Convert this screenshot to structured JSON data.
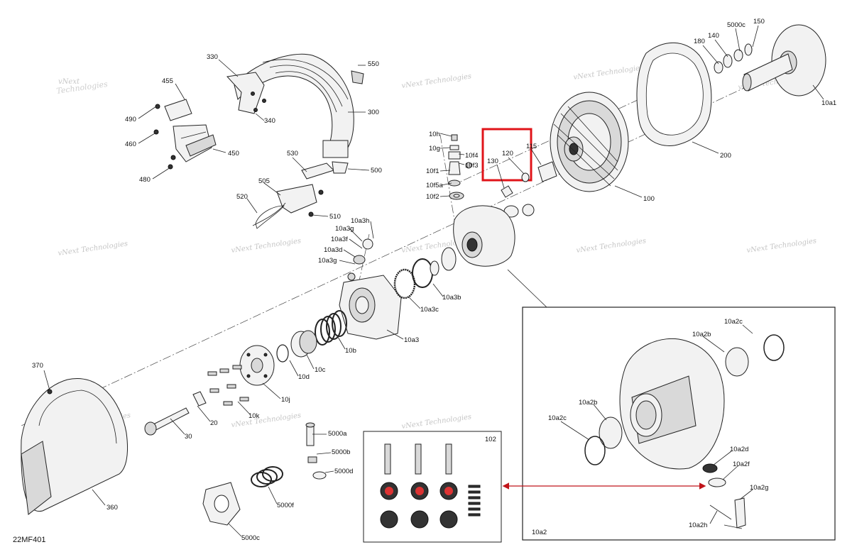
{
  "diagram_code": "22MF401",
  "watermark_line1": "vNext",
  "watermark_line2": "Technologies",
  "watermark_full": "vNext Technologies",
  "highlight_color": "#e0141a",
  "arrow_color": "#c0141a",
  "labels": {
    "l330": "330",
    "l550": "550",
    "l455": "455",
    "l300": "300",
    "l490": "490",
    "l340": "340",
    "l460": "460",
    "l450": "450",
    "l480": "480",
    "l530": "530",
    "l500": "500",
    "l505": "505",
    "l520": "520",
    "l510": "510",
    "l10h": "10h",
    "l10g": "10g",
    "l10f4": "10f4",
    "l10f3": "10f3",
    "l10f1": "10f1",
    "l10f5a": "10f5a",
    "l10f2": "10f2",
    "l130": "130",
    "l120": "120",
    "l115": "115",
    "l180": "180",
    "l140": "140",
    "l5000c_top": "5000c",
    "l150": "150",
    "l10a1": "10a1",
    "l200": "200",
    "l100": "100",
    "l10a3h": "10a3h",
    "l10a3g_a": "10a3g",
    "l10a3f": "10a3f",
    "l10a3d": "10a3d",
    "l10a3g_b": "10a3g",
    "l10a3b": "10a3b",
    "l10a3c": "10a3c",
    "l10a3": "10a3",
    "l10b": "10b",
    "l10c": "10c",
    "l10d": "10d",
    "l10j": "10j",
    "l370": "370",
    "l20": "20",
    "l10k": "10k",
    "l30": "30",
    "l360": "360",
    "l5000a": "5000a",
    "l5000b": "5000b",
    "l5000d": "5000d",
    "l5000f": "5000f",
    "l5000c_bot": "5000c",
    "l102": "102",
    "l10a2c_top": "10a2c",
    "l10a2b_top": "10a2b",
    "l10a2b_mid": "10a2b",
    "l10a2c_mid": "10a2c",
    "l10a2d": "10a2d",
    "l10a2f": "10a2f",
    "l10a2g": "10a2g",
    "l10a2h": "10a2h",
    "l10a2": "10a2"
  }
}
